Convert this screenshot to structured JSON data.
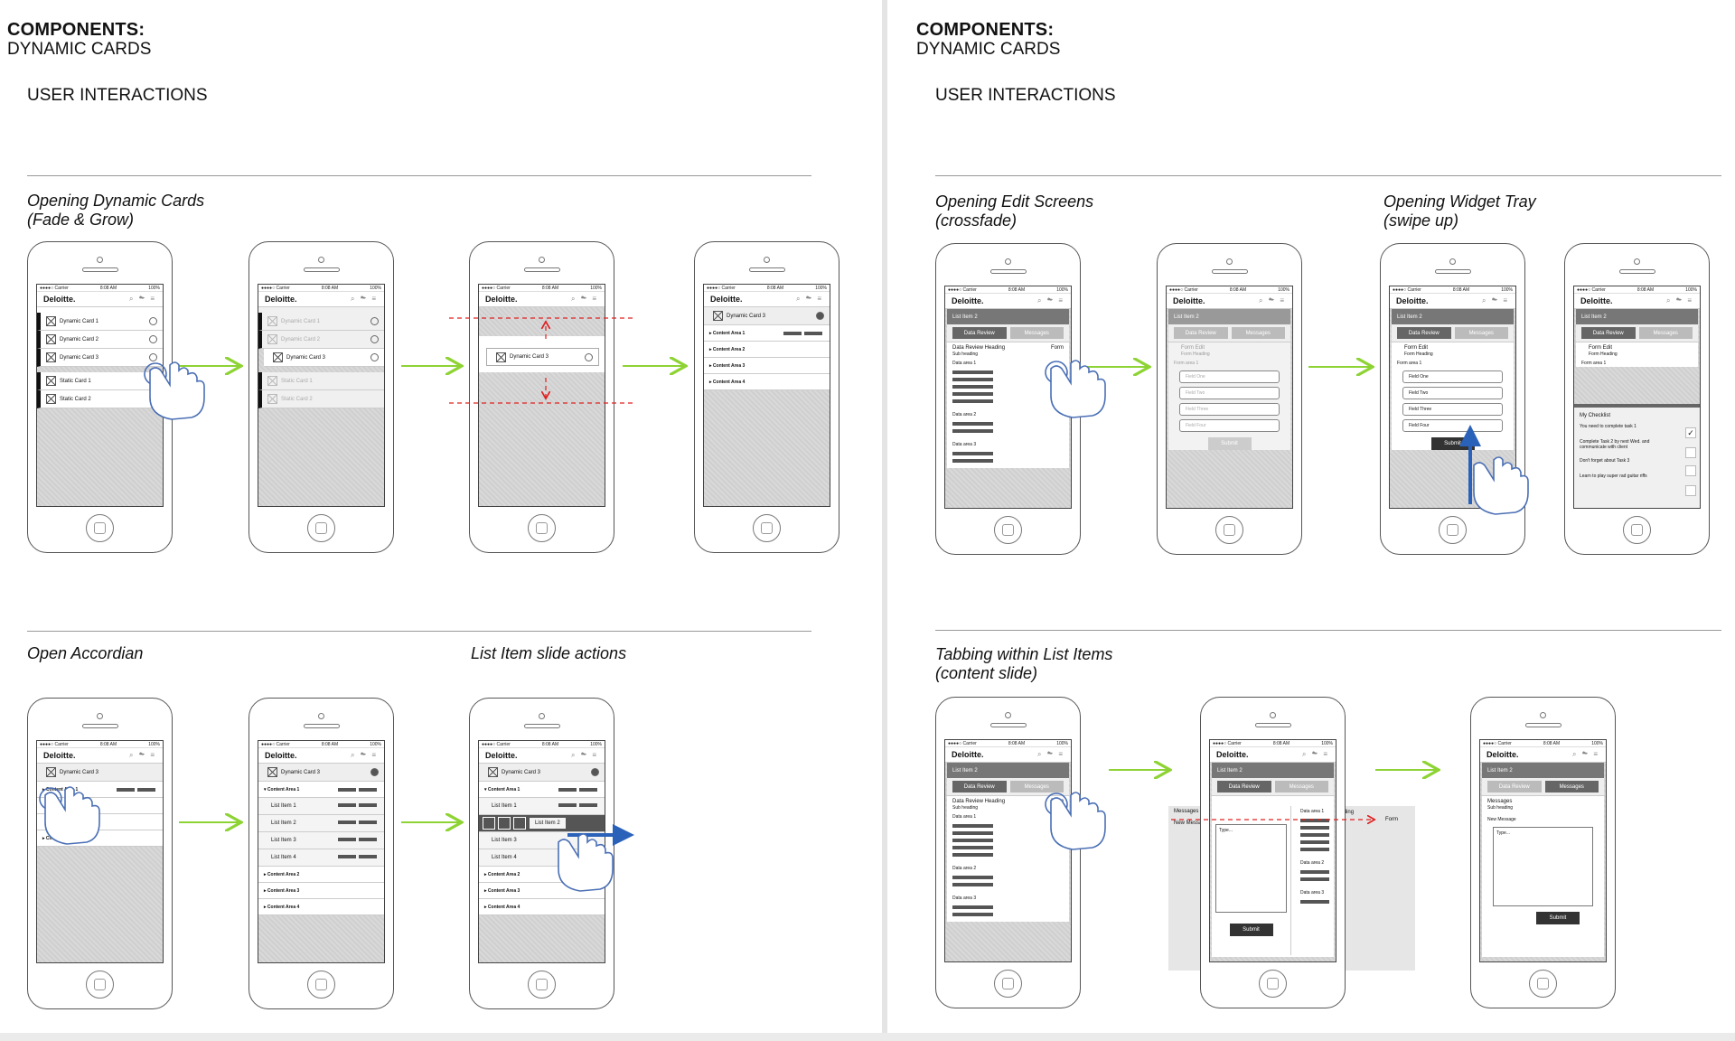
{
  "panels": [
    {
      "title": "COMPONENTS:",
      "subtitle": "DYNAMIC CARDS",
      "section": "USER INTERACTIONS"
    },
    {
      "title": "COMPONENTS:",
      "subtitle": "DYNAMIC CARDS",
      "section": "USER INTERACTIONS"
    }
  ],
  "labels": {
    "opening_dynamic_cards": "Opening Dynamic Cards\n(Fade & Grow)",
    "open_accordian": "Open Accordian",
    "list_item_slide": "List Item slide actions",
    "opening_edit_screens": "Opening Edit Screens\n(crossfade)",
    "opening_widget_tray": "Opening Widget Tray\n(swipe up)",
    "tabbing_list_items": "Tabbing within List Items\n(content slide)"
  },
  "phone": {
    "carrier": "●●●●○ Carrier",
    "time": "8:08 AM",
    "battery": "100%",
    "brand": "Deloitte.",
    "icons": "⌕ ☁ ≡"
  },
  "dynamic_cards": {
    "card1": "Dynamic Card 1",
    "card2": "Dynamic Card 2",
    "card3": "Dynamic Card 3",
    "static1": "Static Card 1",
    "static2": "Static Card 2",
    "content1": "Content Area 1",
    "content2": "Content Area 2",
    "content3": "Content Area 3",
    "content4": "Content Area 4"
  },
  "accordion": {
    "list1": "List Item 1",
    "list2": "List Item 2",
    "list3": "List Item 3",
    "list4": "List Item 4"
  },
  "edit": {
    "list_item": "List Item 2",
    "tab_data": "Data Review",
    "tab_messages": "Messages",
    "heading": "Data Review Heading",
    "subheading": "Sub heading",
    "form": "Form",
    "data_area1": "Data area 1",
    "data_area2": "Data area 2",
    "data_area3": "Data area 3",
    "form_edit": "Form Edit",
    "form_heading": "Form Heading",
    "form_area": "Form area 1",
    "field1": "Field One",
    "field2": "Field Two",
    "field3": "Field Three",
    "field4": "Field Four",
    "submit": "Submit"
  },
  "checklist": {
    "title": "My Checklist",
    "item1": "You need to complete task 1",
    "item2": "Complete Task 2 by next Wed. and communicate with client",
    "item3": "Don't forget about Task 3",
    "item4": "Learn to play super rad guitar riffs"
  },
  "messages": {
    "title": "Messages",
    "sub": "Sub heading",
    "new": "New Message",
    "placeholder": "Type..."
  }
}
